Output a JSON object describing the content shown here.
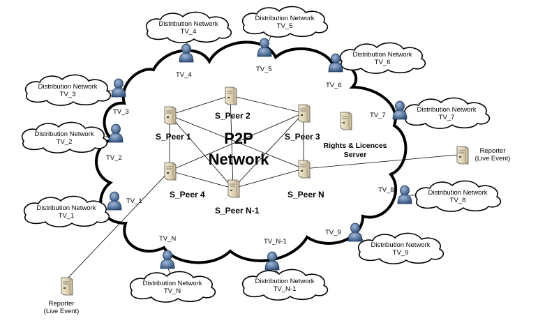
{
  "center": {
    "line1": "P2P",
    "line2": "Network"
  },
  "server": {
    "line1": "Rights & Licences",
    "line2": "Server"
  },
  "peers": [
    {
      "label": "S_Peer 1"
    },
    {
      "label": "S_Peer 2"
    },
    {
      "label": "S_Peer 3"
    },
    {
      "label": "S_Peer 4"
    },
    {
      "label": "S_Peer N-1"
    },
    {
      "label": "S_Peer N"
    }
  ],
  "reporters": [
    {
      "line1": "Reporter",
      "line2": "(Live Event)"
    },
    {
      "line1": "Reporter",
      "line2": "(Live Event)"
    }
  ],
  "distribution": [
    {
      "line1": "Distribution Network",
      "line2": "TV_4",
      "user": "TV_4"
    },
    {
      "line1": "Distribution Network",
      "line2": "TV_5",
      "user": "TV_5"
    },
    {
      "line1": "Distribution Network",
      "line2": "TV_6",
      "user": "TV_6"
    },
    {
      "line1": "Distribution Network",
      "line2": "TV_3",
      "user": "TV_3"
    },
    {
      "line1": "Distribution Network",
      "line2": "TV_7",
      "user": "TV_7"
    },
    {
      "line1": "Distribution Network",
      "line2": "TV_2",
      "user": "TV_2"
    },
    {
      "line1": "Distribution Network",
      "line2": "TV_1",
      "user": "TV_1"
    },
    {
      "line1": "Distribution Network",
      "line2": "TV_8",
      "user": "TV_8"
    },
    {
      "line1": "Distribution Network",
      "line2": "TV_9",
      "user": "TV_9"
    },
    {
      "line1": "Distribution Network",
      "line2": "TV_N",
      "user": "TV_N"
    },
    {
      "line1": "Distribution Network",
      "line2": "TV_N-1",
      "user": "TV_N-1"
    }
  ]
}
